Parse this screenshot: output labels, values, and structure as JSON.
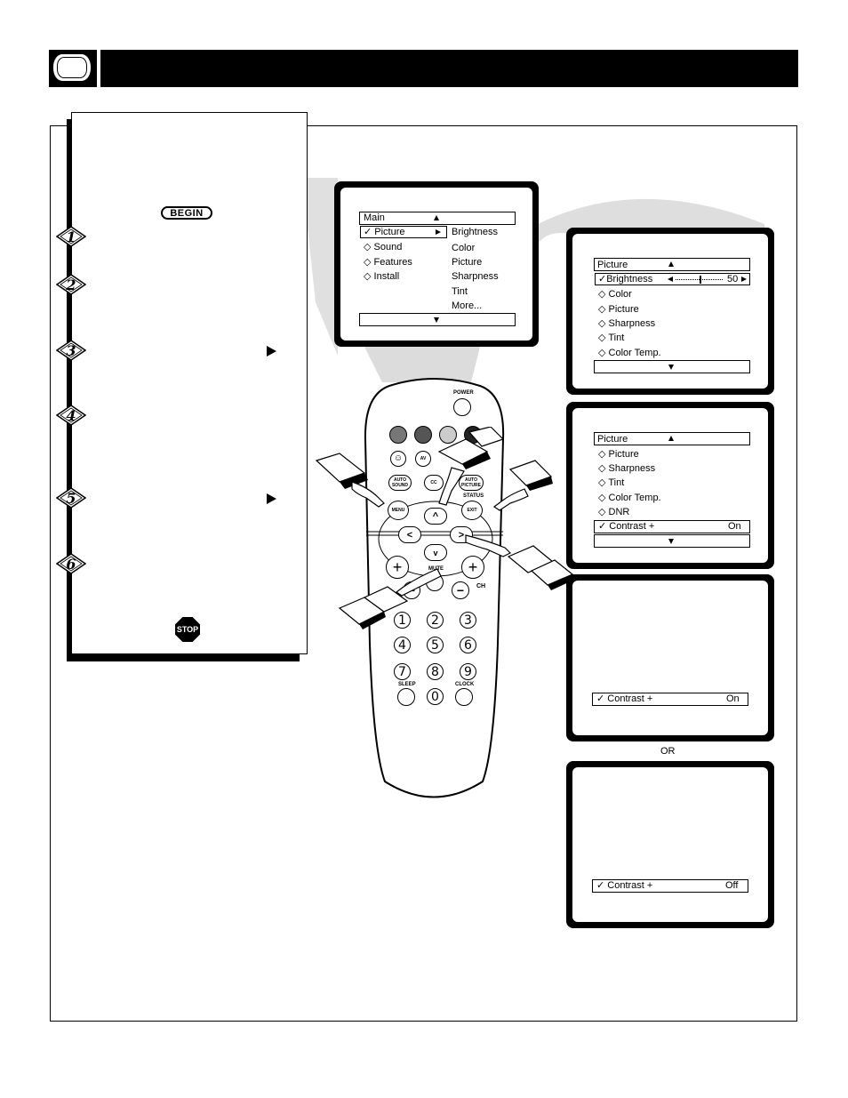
{
  "instructions": {
    "begin_label": "BEGIN",
    "steps": [
      "1",
      "2",
      "3",
      "4",
      "5",
      "6"
    ],
    "stop_label": "STOP"
  },
  "screen_main": {
    "title": "Main",
    "items": [
      "Picture",
      "Sound",
      "Features",
      "Install"
    ],
    "submenu": [
      "Brightness",
      "Color",
      "Picture",
      "Sharpness",
      "Tint",
      "More..."
    ]
  },
  "screen_picture_1": {
    "title": "Picture",
    "selected_item": "Brightness",
    "slider_value": "50",
    "items": [
      "Color",
      "Picture",
      "Sharpness",
      "Tint",
      "Color Temp."
    ]
  },
  "screen_picture_2": {
    "title": "Picture",
    "items": [
      "Picture",
      "Sharpness",
      "Tint",
      "Color Temp.",
      "DNR"
    ],
    "selected_item": "Contrast +",
    "selected_value": "On"
  },
  "screen_contrast_on": {
    "label": "Contrast +",
    "value": "On"
  },
  "or_label": "OR",
  "screen_contrast_off": {
    "label": "Contrast +",
    "value": "Off"
  },
  "remote": {
    "power": "POWER",
    "av": "AV",
    "cc": "CC",
    "auto_sound": "AUTO SOUND",
    "auto_picture": "AUTO PICTURE",
    "status": "STATUS",
    "menu": "MENU",
    "exit": "EXIT",
    "mute": "MUTE",
    "ch": "CH",
    "sleep": "SLEEP",
    "clock": "CLOCK",
    "digits": [
      "1",
      "2",
      "3",
      "4",
      "5",
      "6",
      "7",
      "8",
      "9",
      "0"
    ],
    "color_buttons": [
      "#777777",
      "#555555",
      "#cccccc",
      "#222222"
    ]
  }
}
